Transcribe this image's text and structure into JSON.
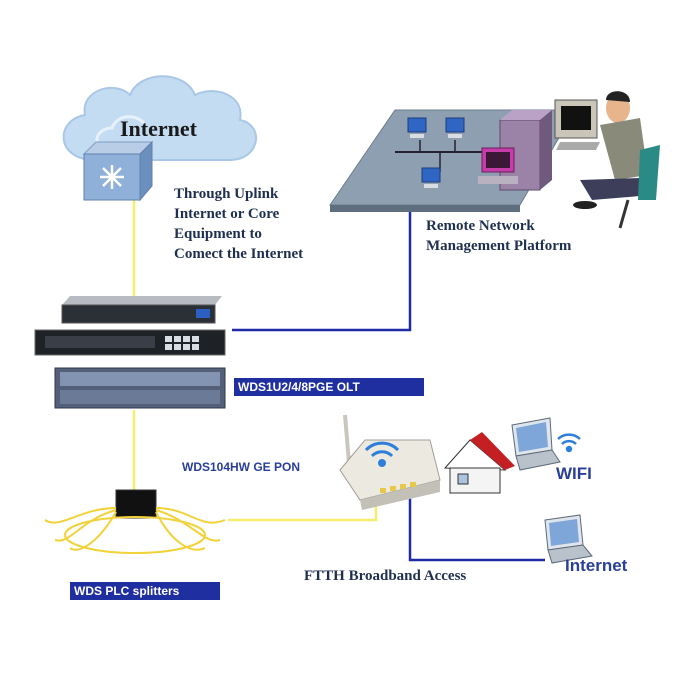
{
  "cloud": {
    "title": "Internet"
  },
  "uplink": {
    "line1": "Through Uplink",
    "line2": "Internet or Core",
    "line3": "Equipment to",
    "line4": "Comect the Internet"
  },
  "nms": {
    "line1": "Remote Network",
    "line2": "Management Platform"
  },
  "olt": {
    "label": "WDS1U2/4/8PGE OLT"
  },
  "onu": {
    "label": "WDS104HW GE PON"
  },
  "splitter": {
    "label": "WDS PLC splitters"
  },
  "wifi": {
    "label": "WIFI"
  },
  "internet_laptop": {
    "label": "Internet"
  },
  "ftth": {
    "label": "FTTH Broadband Access"
  },
  "colors": {
    "fiber": "#f5ee6a",
    "copper": "#1f2aa6",
    "label_bg": "#1f2fa0",
    "text_dark": "#1f2f4f"
  },
  "icons": [
    "cloud-icon",
    "core-switch-icon",
    "network-platform-icon",
    "operator-icon",
    "olt-chassis-icon",
    "onu-router-icon",
    "house-icon",
    "laptop-icon",
    "wifi-icon",
    "splitter-icon"
  ]
}
